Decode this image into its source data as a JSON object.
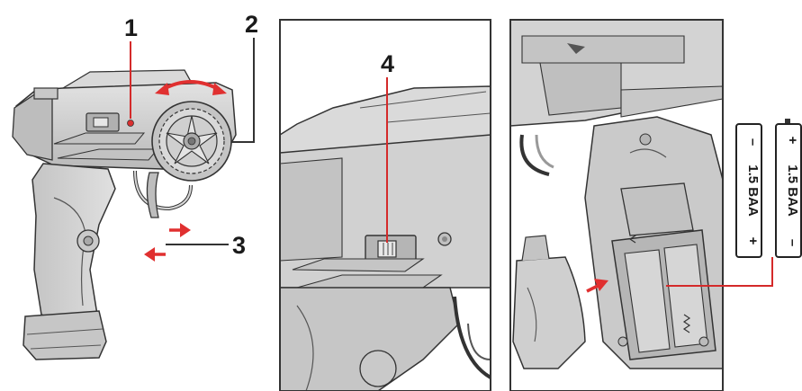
{
  "callouts": {
    "one": "1",
    "two": "2",
    "three": "3",
    "four": "4"
  },
  "batteries": [
    {
      "label": "1.5 BAA",
      "minus": "–",
      "plus": "+"
    },
    {
      "label": "1.5 BAA",
      "minus": "–",
      "plus": "+"
    }
  ],
  "colors": {
    "callout_line": "#d42a2a",
    "arrow": "#e03030",
    "body_fill": "#cfcfcf",
    "body_dark": "#9a9a9a",
    "outline": "#333333"
  }
}
